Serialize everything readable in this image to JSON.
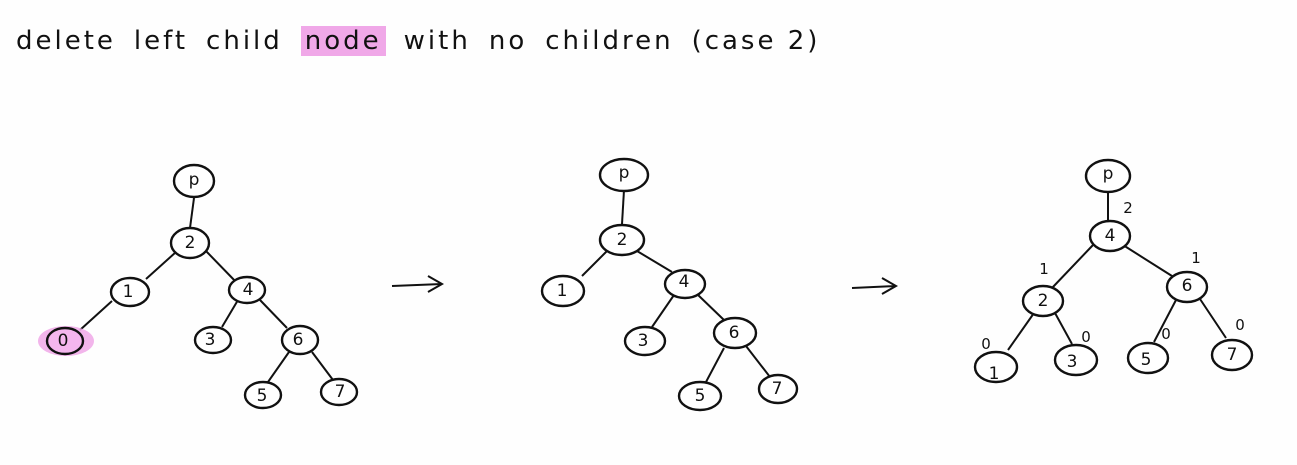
{
  "title": {
    "word1": "delete",
    "word2": "left",
    "word3": "child",
    "word4": "node",
    "word5": "with",
    "word6": "no",
    "word7": "children",
    "word8": "(case 2)"
  },
  "diagrams": [
    {
      "nodes": {
        "p": "p",
        "n2": "2",
        "n1": "1",
        "n0": "0",
        "n4": "4",
        "n3": "3",
        "n6": "6",
        "n5": "5",
        "n7": "7"
      }
    },
    {
      "nodes": {
        "p": "p",
        "n2": "2",
        "n1": "1",
        "n4": "4",
        "n3": "3",
        "n6": "6",
        "n5": "5",
        "n7": "7"
      }
    },
    {
      "nodes": {
        "p": "p",
        "n4": "4",
        "n2": "2",
        "n6": "6",
        "n1": "1",
        "n3": "3",
        "n5": "5",
        "n7": "7"
      },
      "balance": {
        "edge_p": "2",
        "n2": "1",
        "n6": "1",
        "n1": "0",
        "n3": "0",
        "n5": "0",
        "n7": "0"
      }
    }
  ],
  "arrows": [
    "→",
    "→"
  ]
}
